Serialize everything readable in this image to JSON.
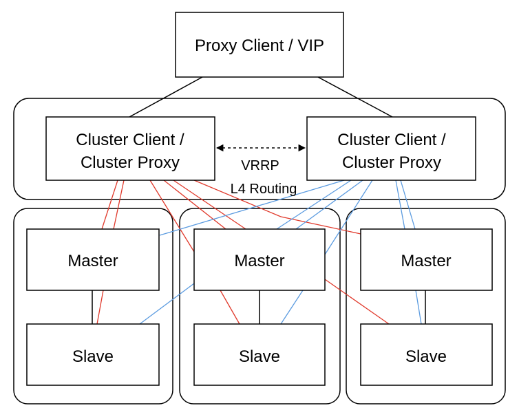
{
  "proxy_client": {
    "label": "Proxy Client / VIP"
  },
  "cluster_client_left": {
    "line1": "Cluster Client /",
    "line2": "Cluster Proxy"
  },
  "cluster_client_right": {
    "line1": "Cluster Client /",
    "line2": "Cluster Proxy"
  },
  "vrrp_label": "VRRP",
  "l4_label": "L4 Routing",
  "shards": [
    {
      "master": "Master",
      "slave": "Slave"
    },
    {
      "master": "Master",
      "slave": "Slave"
    },
    {
      "master": "Master",
      "slave": "Slave"
    }
  ],
  "colors": {
    "left_proxy_links": "#e0392b",
    "right_proxy_links": "#5b9be0"
  }
}
